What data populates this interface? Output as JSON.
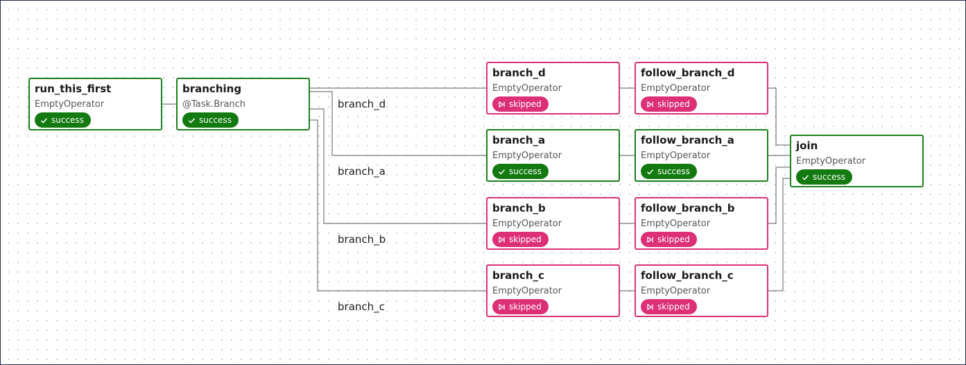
{
  "colors": {
    "success": "#137a10",
    "success_border": "#1a7f1a",
    "skipped": "#dd2f76",
    "edge": "#5a5a5a"
  },
  "icons": {
    "success": "check-icon",
    "skipped": "skip-icon"
  },
  "nodes": [
    {
      "id": "run_this_first",
      "title": "run_this_first",
      "operator": "EmptyOperator",
      "state": "success",
      "state_label": "success"
    },
    {
      "id": "branching",
      "title": "branching",
      "operator": "@Task.Branch",
      "state": "success",
      "state_label": "success"
    },
    {
      "id": "branch_d",
      "title": "branch_d",
      "operator": "EmptyOperator",
      "state": "skipped",
      "state_label": "skipped"
    },
    {
      "id": "follow_branch_d",
      "title": "follow_branch_d",
      "operator": "EmptyOperator",
      "state": "skipped",
      "state_label": "skipped"
    },
    {
      "id": "branch_a",
      "title": "branch_a",
      "operator": "EmptyOperator",
      "state": "success",
      "state_label": "success"
    },
    {
      "id": "follow_branch_a",
      "title": "follow_branch_a",
      "operator": "EmptyOperator",
      "state": "success",
      "state_label": "success"
    },
    {
      "id": "branch_b",
      "title": "branch_b",
      "operator": "EmptyOperator",
      "state": "skipped",
      "state_label": "skipped"
    },
    {
      "id": "follow_branch_b",
      "title": "follow_branch_b",
      "operator": "EmptyOperator",
      "state": "skipped",
      "state_label": "skipped"
    },
    {
      "id": "branch_c",
      "title": "branch_c",
      "operator": "EmptyOperator",
      "state": "skipped",
      "state_label": "skipped"
    },
    {
      "id": "follow_branch_c",
      "title": "follow_branch_c",
      "operator": "EmptyOperator",
      "state": "skipped",
      "state_label": "skipped"
    },
    {
      "id": "join",
      "title": "join",
      "operator": "EmptyOperator",
      "state": "success",
      "state_label": "success"
    }
  ],
  "edges": [
    {
      "from": "run_this_first",
      "to": "branching"
    },
    {
      "from": "branching",
      "to": "branch_d",
      "label": "branch_d"
    },
    {
      "from": "branching",
      "to": "branch_a",
      "label": "branch_a"
    },
    {
      "from": "branching",
      "to": "branch_b",
      "label": "branch_b"
    },
    {
      "from": "branching",
      "to": "branch_c",
      "label": "branch_c"
    },
    {
      "from": "branch_d",
      "to": "follow_branch_d"
    },
    {
      "from": "branch_a",
      "to": "follow_branch_a"
    },
    {
      "from": "branch_b",
      "to": "follow_branch_b"
    },
    {
      "from": "branch_c",
      "to": "follow_branch_c"
    },
    {
      "from": "follow_branch_d",
      "to": "join"
    },
    {
      "from": "follow_branch_a",
      "to": "join"
    },
    {
      "from": "follow_branch_b",
      "to": "join"
    },
    {
      "from": "follow_branch_c",
      "to": "join"
    }
  ]
}
